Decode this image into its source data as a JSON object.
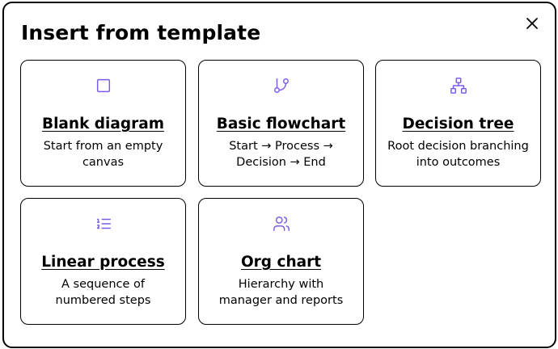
{
  "dialog": {
    "title": "Insert from template",
    "close_label": "Close"
  },
  "colors": {
    "accent": "#7b5ce6",
    "border": "#000000",
    "background": "#ffffff"
  },
  "templates": [
    {
      "icon": "square-icon",
      "title": "Blank diagram",
      "description": "Start from an empty canvas"
    },
    {
      "icon": "git-branch-icon",
      "title": "Basic flowchart",
      "description": "Start → Process → Decision → End"
    },
    {
      "icon": "hierarchy-icon",
      "title": "Decision tree",
      "description": "Root decision branching into outcomes"
    },
    {
      "icon": "numbered-list-icon",
      "title": "Linear process",
      "description": "A sequence of numbered steps"
    },
    {
      "icon": "users-icon",
      "title": "Org chart",
      "description": "Hierarchy with manager and reports"
    }
  ]
}
